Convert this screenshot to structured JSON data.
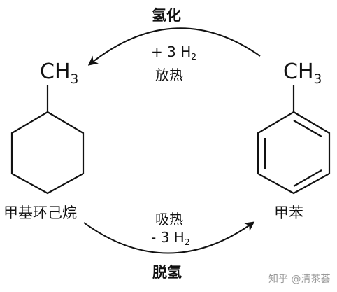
{
  "top_arrow": {
    "title": "氢化",
    "condition_line1": "+ 3 H",
    "condition_line1_sub": "2",
    "condition_line2": "放热"
  },
  "bottom_arrow": {
    "title": "脱氢",
    "condition_line1": "吸热",
    "condition_line2": "- 3 H",
    "condition_line2_sub": "2"
  },
  "left_molecule": {
    "name": "甲基环己烷",
    "group_main": "CH",
    "group_sub": "3"
  },
  "right_molecule": {
    "name": "甲苯",
    "group_main": "CH",
    "group_sub": "3"
  },
  "watermark": "知乎 @清茶荟",
  "colors": {
    "ink": "#111111",
    "watermark": "#9a9a9a"
  }
}
